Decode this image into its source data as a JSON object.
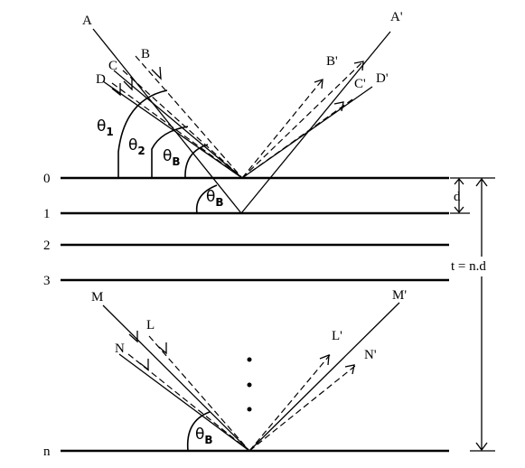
{
  "diagram": {
    "rays_top": {
      "incident_main": "A",
      "incident_1": "B",
      "incident_2": "C",
      "incident_3": "D",
      "reflected_main": "A'",
      "reflected_1": "B'",
      "reflected_2": "C'",
      "reflected_3": "D'"
    },
    "rays_bottom": {
      "incident_main": "M",
      "incident_1": "L",
      "incident_2": "N",
      "reflected_main": "M'",
      "reflected_1": "L'",
      "reflected_2": "N'"
    },
    "angles": {
      "theta1": {
        "symbol": "θ",
        "sub": "1"
      },
      "theta2": {
        "symbol": "θ",
        "sub": "2"
      },
      "thetaB_top": {
        "symbol": "θ",
        "sub": "B"
      },
      "thetaB_layer1": {
        "symbol": "θ",
        "sub": "B"
      },
      "thetaB_bottom": {
        "symbol": "θ",
        "sub": "B"
      }
    },
    "layers": [
      "0",
      "1",
      "2",
      "3",
      "n"
    ],
    "spacing_label": "d",
    "thickness_label": "t =  n.d"
  }
}
